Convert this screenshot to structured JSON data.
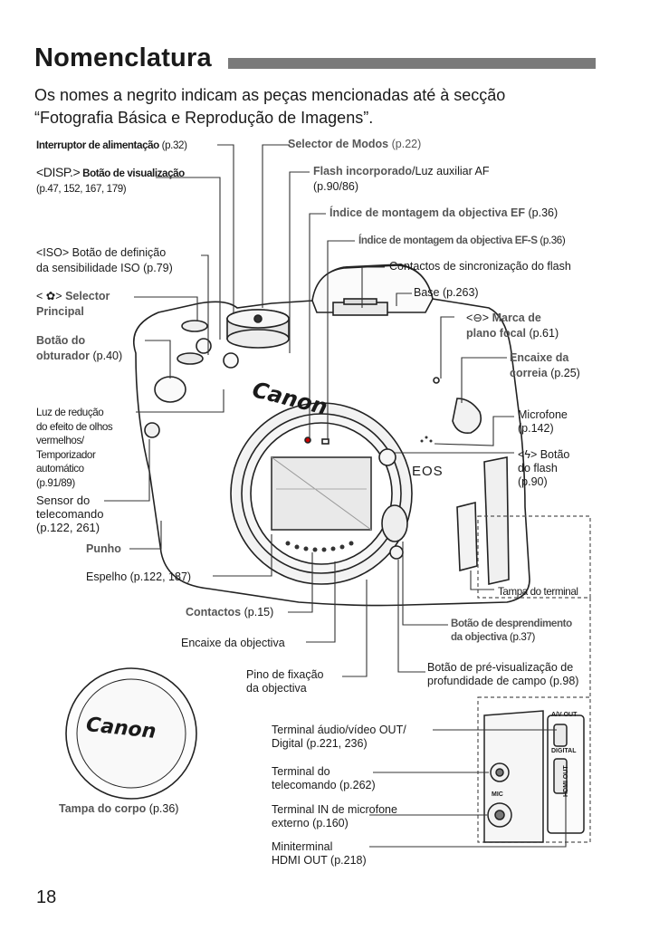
{
  "header": {
    "title": "Nomenclatura",
    "intro_line1": "Os nomes a negrito indicam as peças mencionadas até à secção",
    "intro_line2": "“Fotografia Básica e Reprodução de Imagens”."
  },
  "camera": {
    "brand": "Canon",
    "model_badge": "EOS",
    "cap_brand": "Canon",
    "port_labels": [
      "A/V OUT",
      "DIGITAL",
      "HDMI OUT",
      "MIC"
    ]
  },
  "labels": {
    "power": {
      "bold": "Interruptor de alimentação",
      "ref": "(p.32)"
    },
    "mode_dial": {
      "bold": "Selector de Modos",
      "ref": "(p.22)"
    },
    "disp_key": "<DISP.>",
    "disp_bold": "Botão de visualização",
    "disp_ref": "(p.47, 152, 167, 179)",
    "flash_bold": "Flash incorporado",
    "flash_rest": "/Luz auxiliar AF",
    "flash_ref": "(p.90/86)",
    "ef_index": {
      "bold": "Índice de montagem da objectiva EF",
      "ref": "(p.36)"
    },
    "efs_index": {
      "bold": "Índice de montagem da objectiva EF-S",
      "ref": "(p.36)"
    },
    "iso_key": "<ISO>",
    "iso_line1": "Botão de definição",
    "iso_line2": "da sensibilidade ISO (p.79)",
    "flash_sync": "Contactos de sincronização do flash",
    "hot_shoe": "Base (p.263)",
    "main_dial_key": "< ",
    "main_dial_key_end": ">",
    "main_dial_bold1": "Selector",
    "main_dial_bold2": "Principal",
    "focal_key": "<",
    "focal_key_end": ">",
    "focal_bold1": "Marca de",
    "focal_bold2": "plano focal",
    "focal_ref": "(p.61)",
    "shutter_bold1": "Botão do",
    "shutter_bold2": "obturador",
    "shutter_ref": "(p.40)",
    "strap_bold1": "Encaixe da",
    "strap_bold2": "correia",
    "strap_ref": "(p.25)",
    "red_eye": [
      "Luz de redução",
      "do efeito de olhos",
      "vermelhos/",
      "Temporizador",
      "automático",
      "(p.91/89)"
    ],
    "mic": [
      "Microfone",
      "(p.142)"
    ],
    "flash_button": [
      "<",
      "> Botão",
      "do flash",
      "(p.90)"
    ],
    "remote_sensor": [
      "Sensor do",
      "telecomando",
      "(p.122, 261)"
    ],
    "grip": "Punho",
    "mirror": "Espelho (p.122, 187)",
    "terminal_cover": "Tampa do terminal",
    "contacts_bold": "Contactos",
    "contacts_ref": "(p.15)",
    "lens_release_bold": "Botão de desprendimento",
    "lens_release_bold2": "da objectiva",
    "lens_release_ref": "(p.37)",
    "lens_mount": "Encaixe da objectiva",
    "dof_preview": [
      "Botão de pré-visualização de",
      "profundidade de campo (p.98)"
    ],
    "lens_lock_pin": [
      "Pino de fixação",
      "da objectiva"
    ],
    "av_out": [
      "Terminal áudio/vídeo OUT/",
      "Digital (p.221, 236)"
    ],
    "remote_terminal": [
      "Terminal do",
      "telecomando (p.262)"
    ],
    "mic_in": [
      "Terminal IN de microfone",
      "externo (p.160)"
    ],
    "hdmi": [
      "Miniterminal",
      "HDMI OUT (p.218)"
    ],
    "body_cap_bold": "Tampa do corpo",
    "body_cap_ref": "(p.36)"
  },
  "page_number": "18"
}
